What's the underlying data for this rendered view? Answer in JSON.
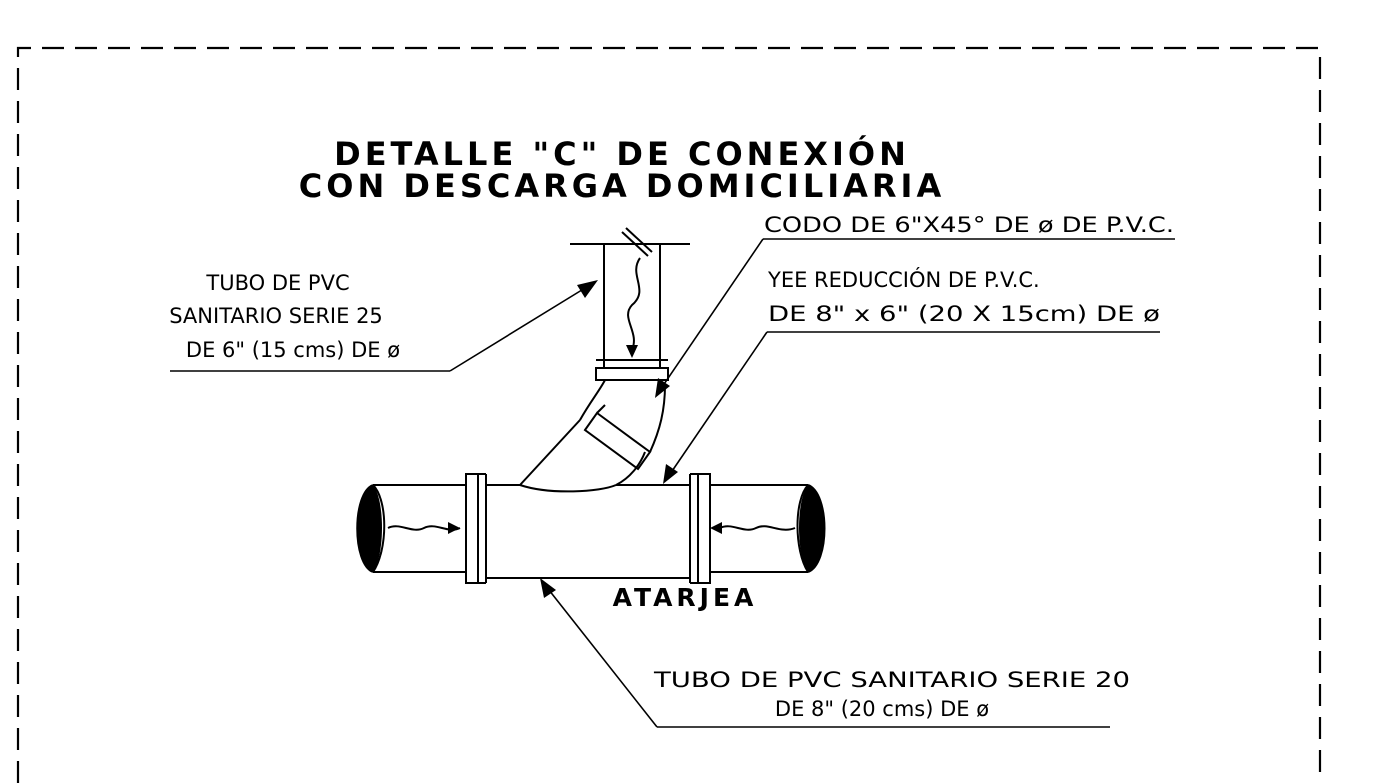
{
  "title": {
    "line1": "DETALLE \"C\" DE CONEXIÓN",
    "line2": "CON DESCARGA DOMICILIARIA"
  },
  "labels": {
    "tubo_pvc_25": [
      "TUBO DE PVC",
      "SANITARIO SERIE 25",
      "DE 6\" (15 cms) DE ø"
    ],
    "codo": "CODO DE 6\"X45° DE ø DE P.V.C.",
    "yee": [
      "YEE REDUCCIÓN DE P.V.C.",
      "DE 8\" x 6\" (20 X 15cm) DE ø"
    ],
    "atarjea": "ATARJEA",
    "tubo_pvc_20": [
      "TUBO DE PVC SANITARIO SERIE 20",
      "DE 8\" (20 cms) DE ø"
    ]
  },
  "colors": {
    "line": "#000000",
    "background": "#ffffff"
  }
}
